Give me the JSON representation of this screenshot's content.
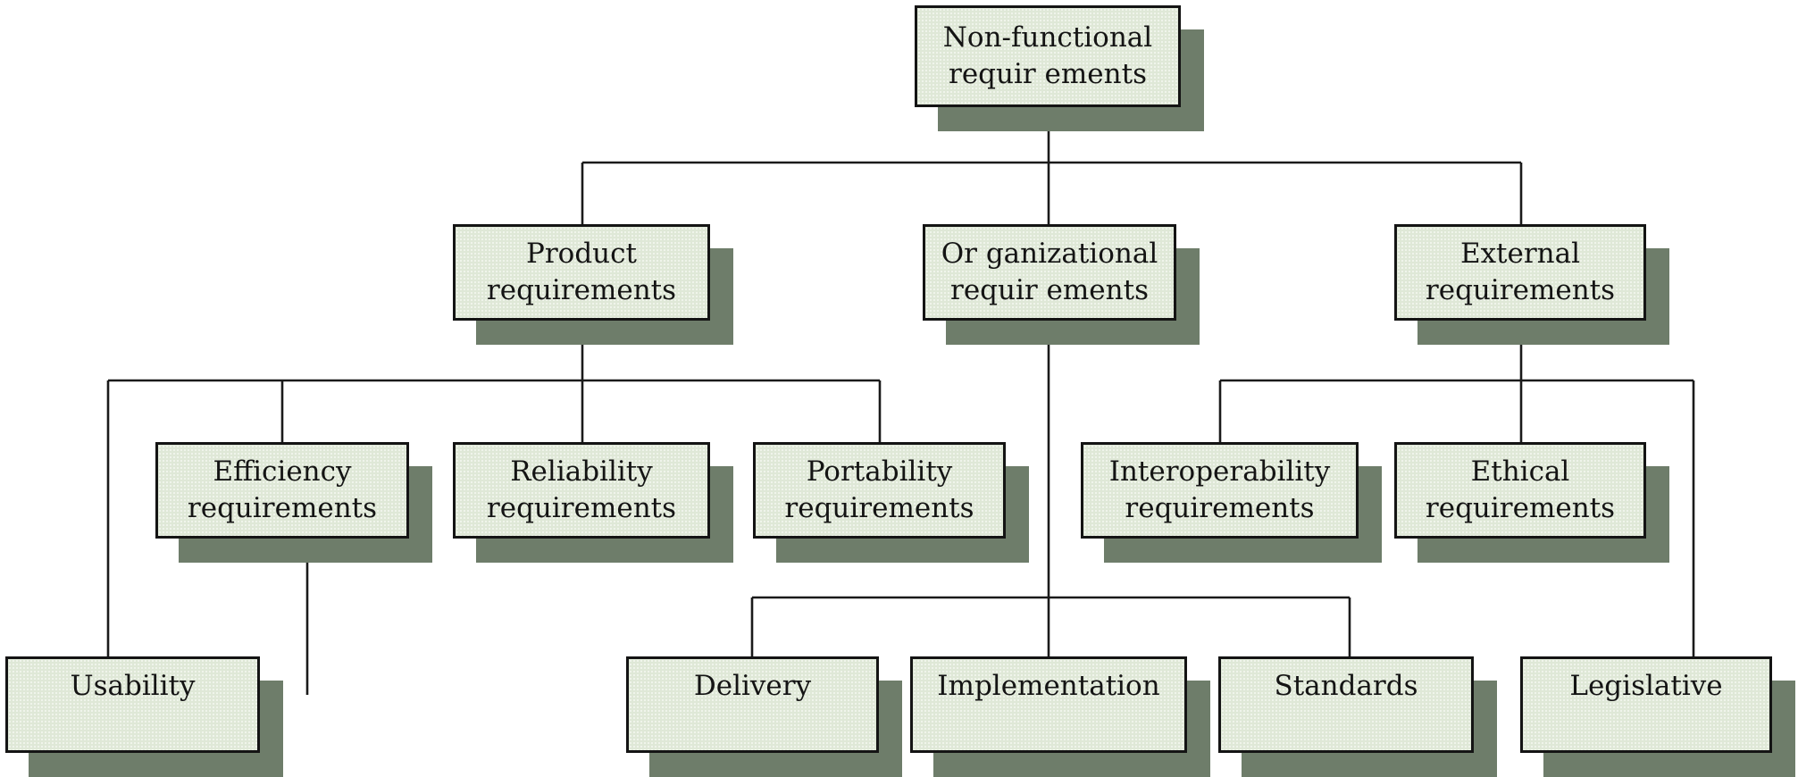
{
  "nodes": {
    "root": {
      "line1": "Non-functional",
      "line2": "requir ements"
    },
    "product": {
      "line1": "Product",
      "line2": "requirements"
    },
    "organizational": {
      "line1": "Or ganizational",
      "line2": "requir ements"
    },
    "external": {
      "line1": "External",
      "line2": "requirements"
    },
    "efficiency": {
      "line1": "Efficiency",
      "line2": "requirements"
    },
    "reliability": {
      "line1": "Reliability",
      "line2": "requirements"
    },
    "portability": {
      "line1": "Portability",
      "line2": "requirements"
    },
    "interoperability": {
      "line1": "Interoperability",
      "line2": "requirements"
    },
    "ethical": {
      "line1": "Ethical",
      "line2": "requirements"
    },
    "usability": {
      "line1": "Usability"
    },
    "delivery": {
      "line1": "Delivery"
    },
    "implementation": {
      "line1": "Implementation"
    },
    "standards": {
      "line1": "Standards"
    },
    "legislative": {
      "line1": "Legislative"
    }
  }
}
